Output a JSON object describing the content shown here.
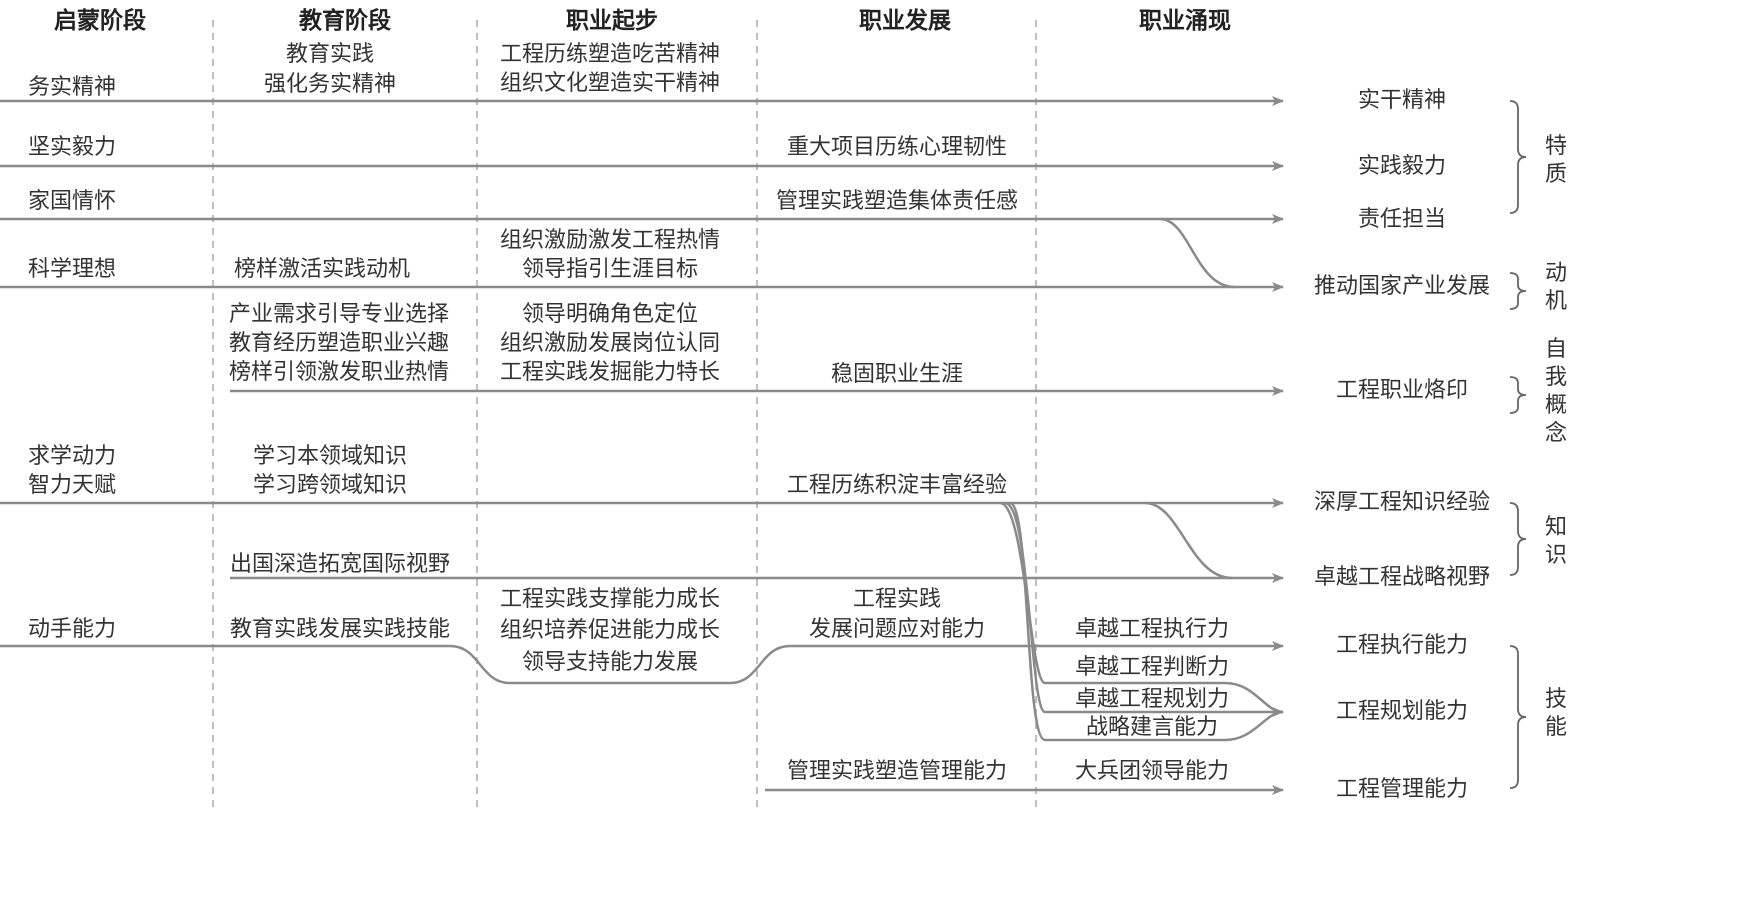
{
  "stages": [
    "启蒙阶段",
    "教育阶段",
    "职业起步",
    "职业发展",
    "职业涌现"
  ],
  "enlightenment": [
    "务实精神",
    "坚实毅力",
    "家国情怀",
    "科学理想",
    "求学动力",
    "智力天赋",
    "动手能力"
  ],
  "education": {
    "practice": [
      "教育实践",
      "强化务实精神"
    ],
    "role_model": "榜样激活实践动机",
    "career": [
      "产业需求引导专业选择",
      "教育经历塑造职业兴趣",
      "榜样引领激发职业热情"
    ],
    "knowledge": [
      "学习本领域知识",
      "学习跨领域知识"
    ],
    "abroad": "出国深造拓宽国际视野",
    "skills": "教育实践发展实践技能"
  },
  "career_start": {
    "spirit": [
      "工程历练塑造吃苦精神",
      "组织文化塑造实干精神"
    ],
    "motivation": [
      "组织激励激发工程热情",
      "领导指引生涯目标"
    ],
    "identity": [
      "领导明确角色定位",
      "组织激励发展岗位认同",
      "工程实践发掘能力特长"
    ],
    "ability": [
      "工程实践支撑能力成长",
      "组织培养促进能力成长",
      "领导支持能力发展"
    ]
  },
  "career_dev": {
    "resilience": "重大项目历练心理韧性",
    "responsibility": "管理实践塑造集体责任感",
    "stable": "稳固职业生涯",
    "experience": "工程历练积淀丰富经验",
    "problem": [
      "工程实践",
      "发展问题应对能力"
    ],
    "management": "管理实践塑造管理能力"
  },
  "emergence": [
    "卓越工程执行力",
    "卓越工程判断力",
    "卓越工程规划力",
    "战略建言能力",
    "大兵团领导能力"
  ],
  "outcomes": [
    "实干精神",
    "实践毅力",
    "责任担当",
    "推动国家产业发展",
    "工程职业烙印",
    "深厚工程知识经验",
    "卓越工程战略视野",
    "工程执行能力",
    "工程规划能力",
    "工程管理能力"
  ],
  "groups": [
    "特质",
    "动机",
    "自我概念",
    "知识",
    "技能"
  ],
  "colors": {
    "line": "#8a8a8a",
    "text": "#333333"
  }
}
